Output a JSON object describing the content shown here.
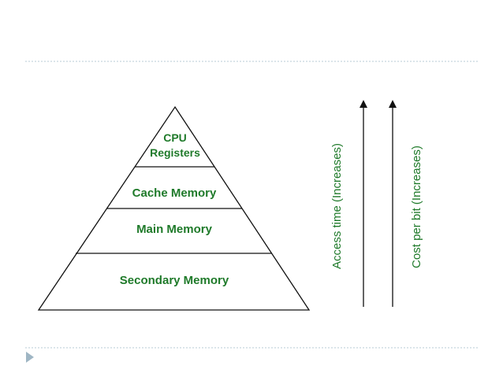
{
  "pyramid": {
    "levels": [
      {
        "lines": [
          "CPU",
          "Registers"
        ]
      },
      {
        "lines": [
          "Cache Memory"
        ]
      },
      {
        "lines": [
          "Main Memory"
        ]
      },
      {
        "lines": [
          "Secondary Memory"
        ]
      }
    ]
  },
  "arrows": {
    "access_time_label": "Access time (Increases)",
    "cost_per_bit_label": "Cost per bit (Increases)"
  },
  "colors": {
    "label_green": "#1f7a2a",
    "line": "#111111",
    "divider": "#b7cbd6",
    "bullet": "#9fb6c4"
  },
  "icons": {
    "slide_bullet": "triangle-right-icon"
  }
}
